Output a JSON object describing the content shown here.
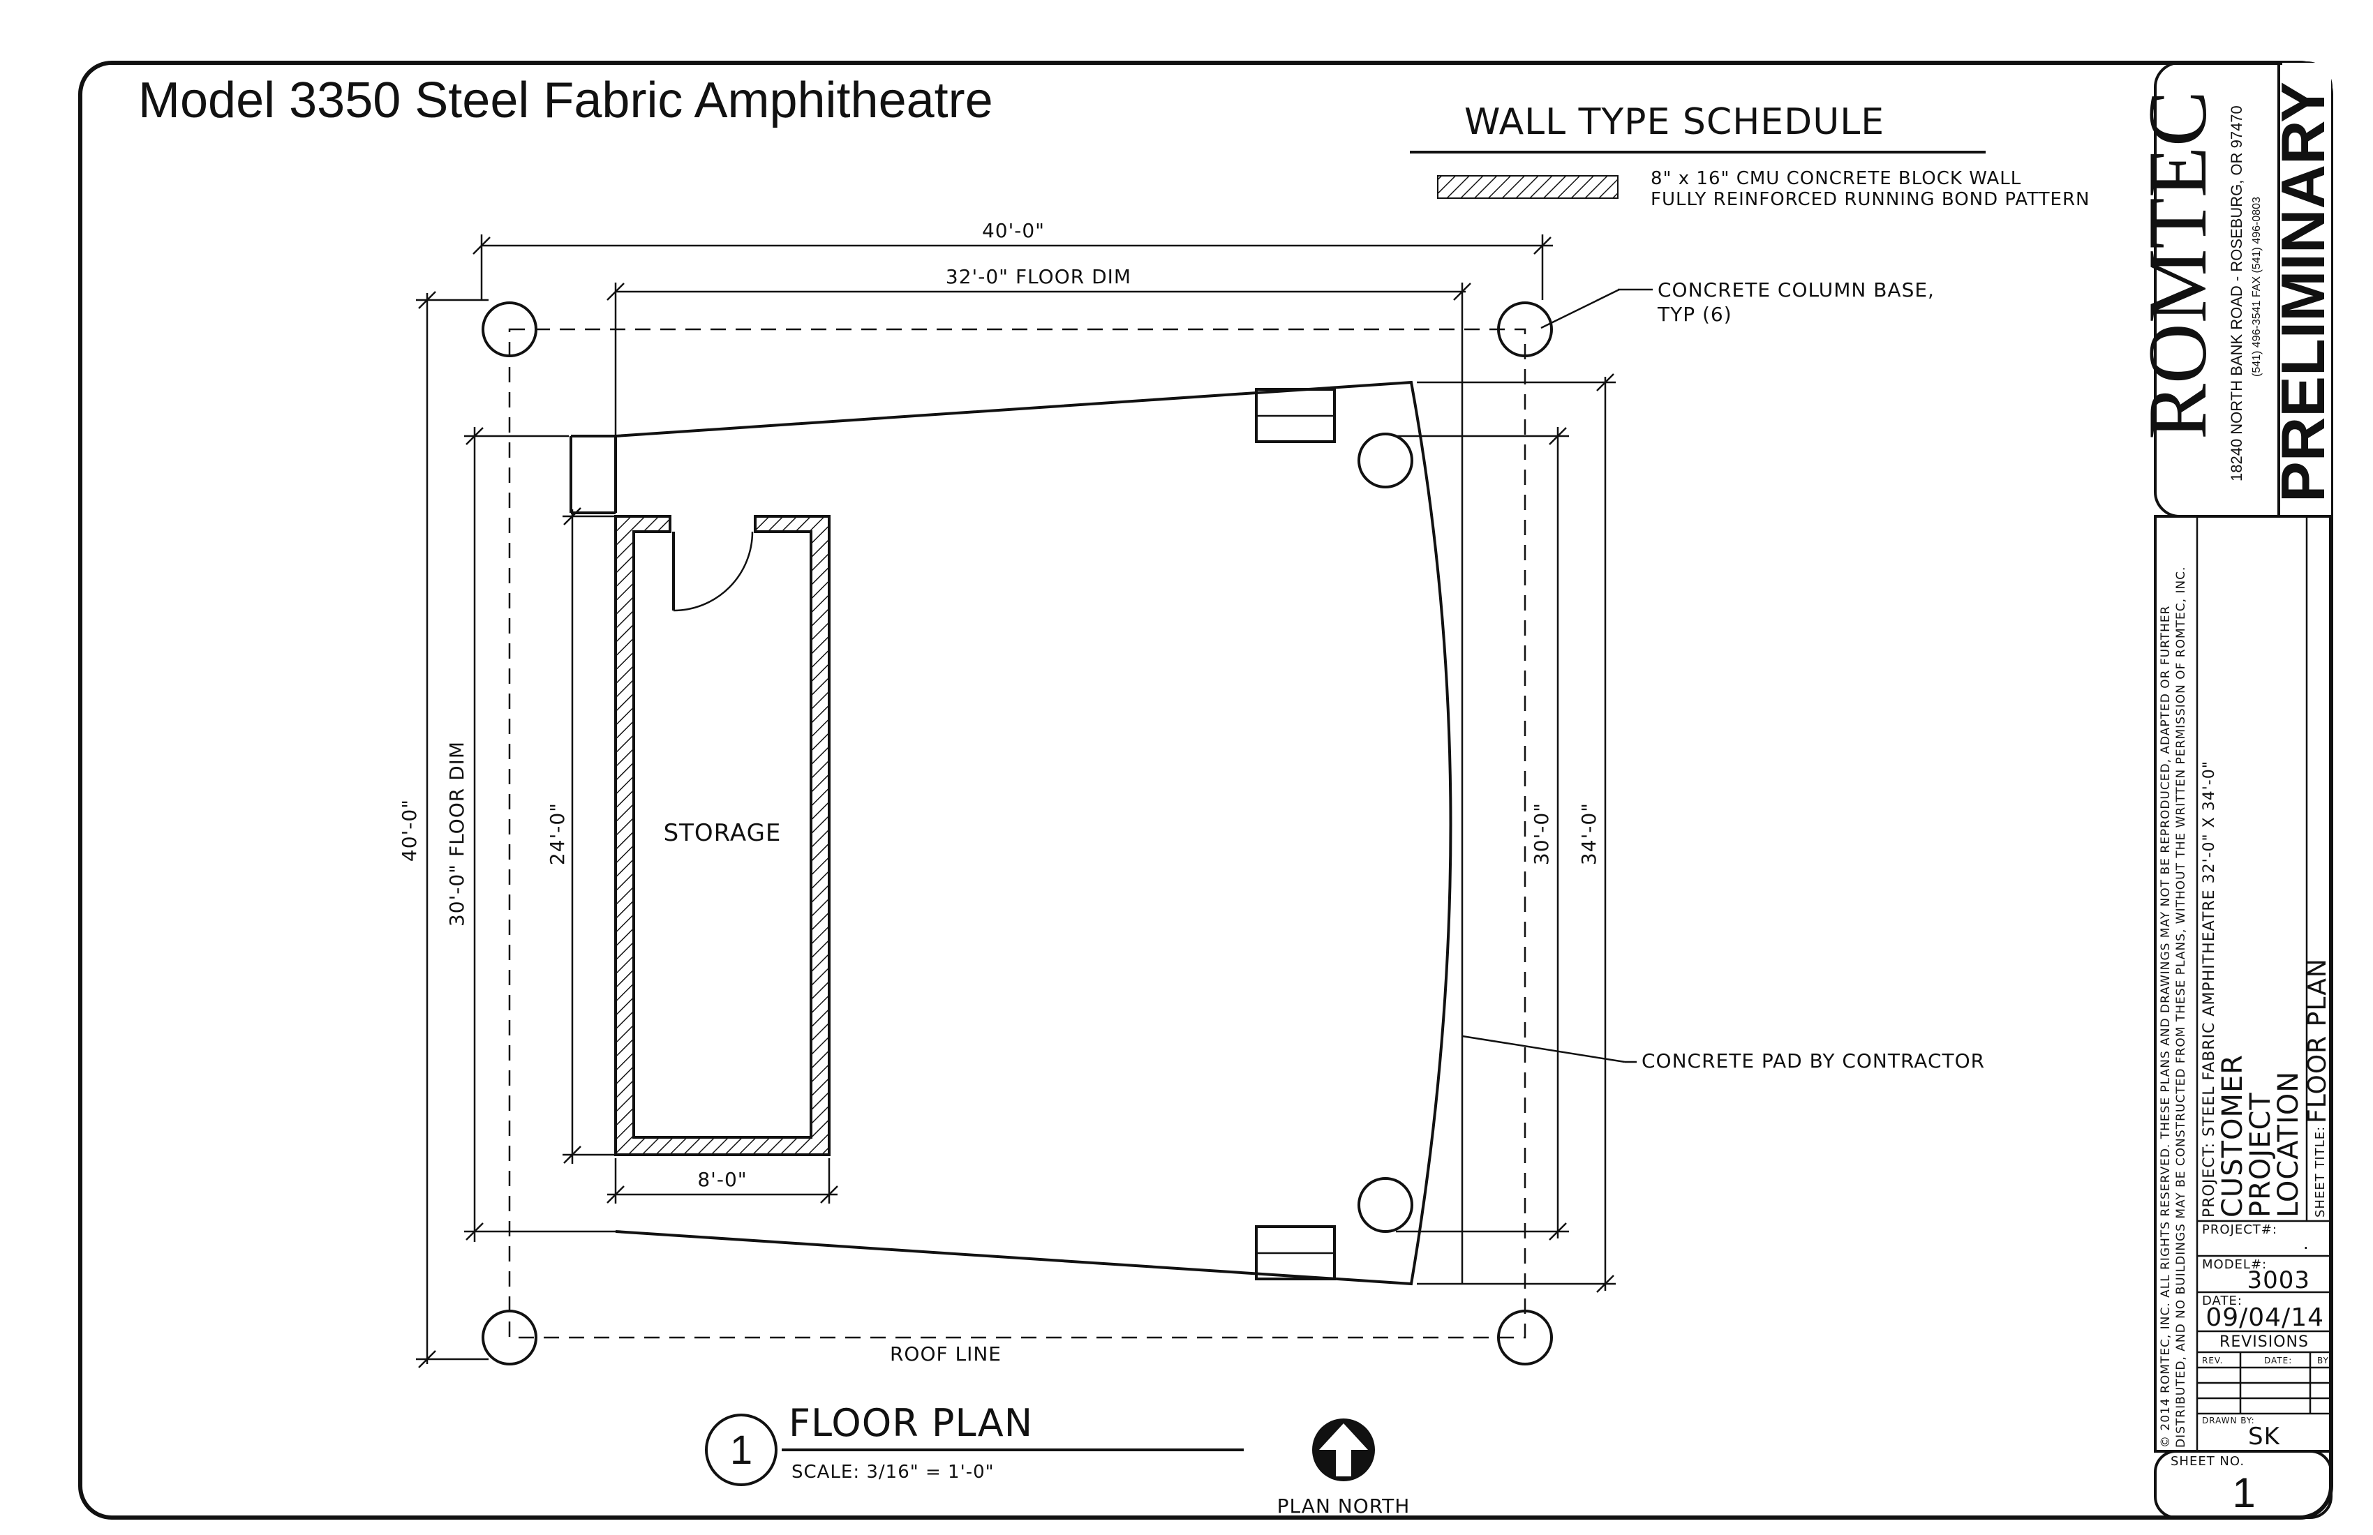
{
  "title": "Model 3350 Steel Fabric Amphitheatre",
  "wall_schedule": {
    "heading": "WALL TYPE SCHEDULE",
    "line1": "8\" x 16\" CMU CONCRETE BLOCK WALL",
    "line2": "FULLY REINFORCED RUNNING BOND PATTERN"
  },
  "plan": {
    "dim_top_overall": "40'-0\"",
    "dim_floor_width": "32'-0\" FLOOR DIM",
    "dim_left_overall": "40'-0\"",
    "dim_left_floor": "30'-0\" FLOOR DIM",
    "dim_storage_height": "24'-0\"",
    "dim_right_inner": "30'-0\"",
    "dim_right_outer": "34'-0\"",
    "dim_storage_width": "8'-0\"",
    "storage_label": "STORAGE",
    "roof_line_label": "ROOF LINE",
    "note_column_1": "CONCRETE COLUMN BASE,",
    "note_column_2": "TYP (6)",
    "note_pad": "CONCRETE PAD BY CONTRACTOR"
  },
  "view_title": {
    "number": "1",
    "name": "FLOOR PLAN",
    "scale": "SCALE:  3/16\" = 1'-0\"",
    "north": "PLAN NORTH"
  },
  "title_block": {
    "company": "ROMTEC",
    "address": "18240 NORTH BANK ROAD - ROSEBURG, OR 97470",
    "phone": "(541) 496-3541    FAX (541) 496-0803",
    "status": "PRELIMINARY",
    "copyright_1": "© 2014 ROMTEC, INC.  ALL RIGHTS RESERVED.  THESE PLANS AND DRAWINGS MAY NOT BE REPRODUCED, ADAPTED OR FURTHER",
    "copyright_2": "DISTRIBUTED, AND NO BUILDINGS MAY BE CONSTRUCTED FROM THESE PLANS, WITHOUT THE WRITTEN PERMISSION OF ROMTEC, INC.",
    "project_label": "PROJECT: STEEL FABRIC AMPHITHEATRE 32'-0\" X 34'-0\"",
    "customer": "CUSTOMER",
    "project": "PROJECT",
    "location": "LOCATION",
    "sheet_title_label": "SHEET TITLE:",
    "sheet_title": "FLOOR PLAN",
    "project_no_label": "PROJECT#:",
    "project_no": ".",
    "model_label": "MODEL#:",
    "model": "3003",
    "date_label": "DATE:",
    "date": "09/04/14",
    "revisions": "REVISIONS",
    "rev_col": "REV.",
    "date_col": "DATE:",
    "by_col": "BY",
    "drawn_by_label": "DRAWN BY:",
    "drawn_by": "SK",
    "sheet_no_label": "SHEET NO.",
    "sheet_no": "1"
  }
}
